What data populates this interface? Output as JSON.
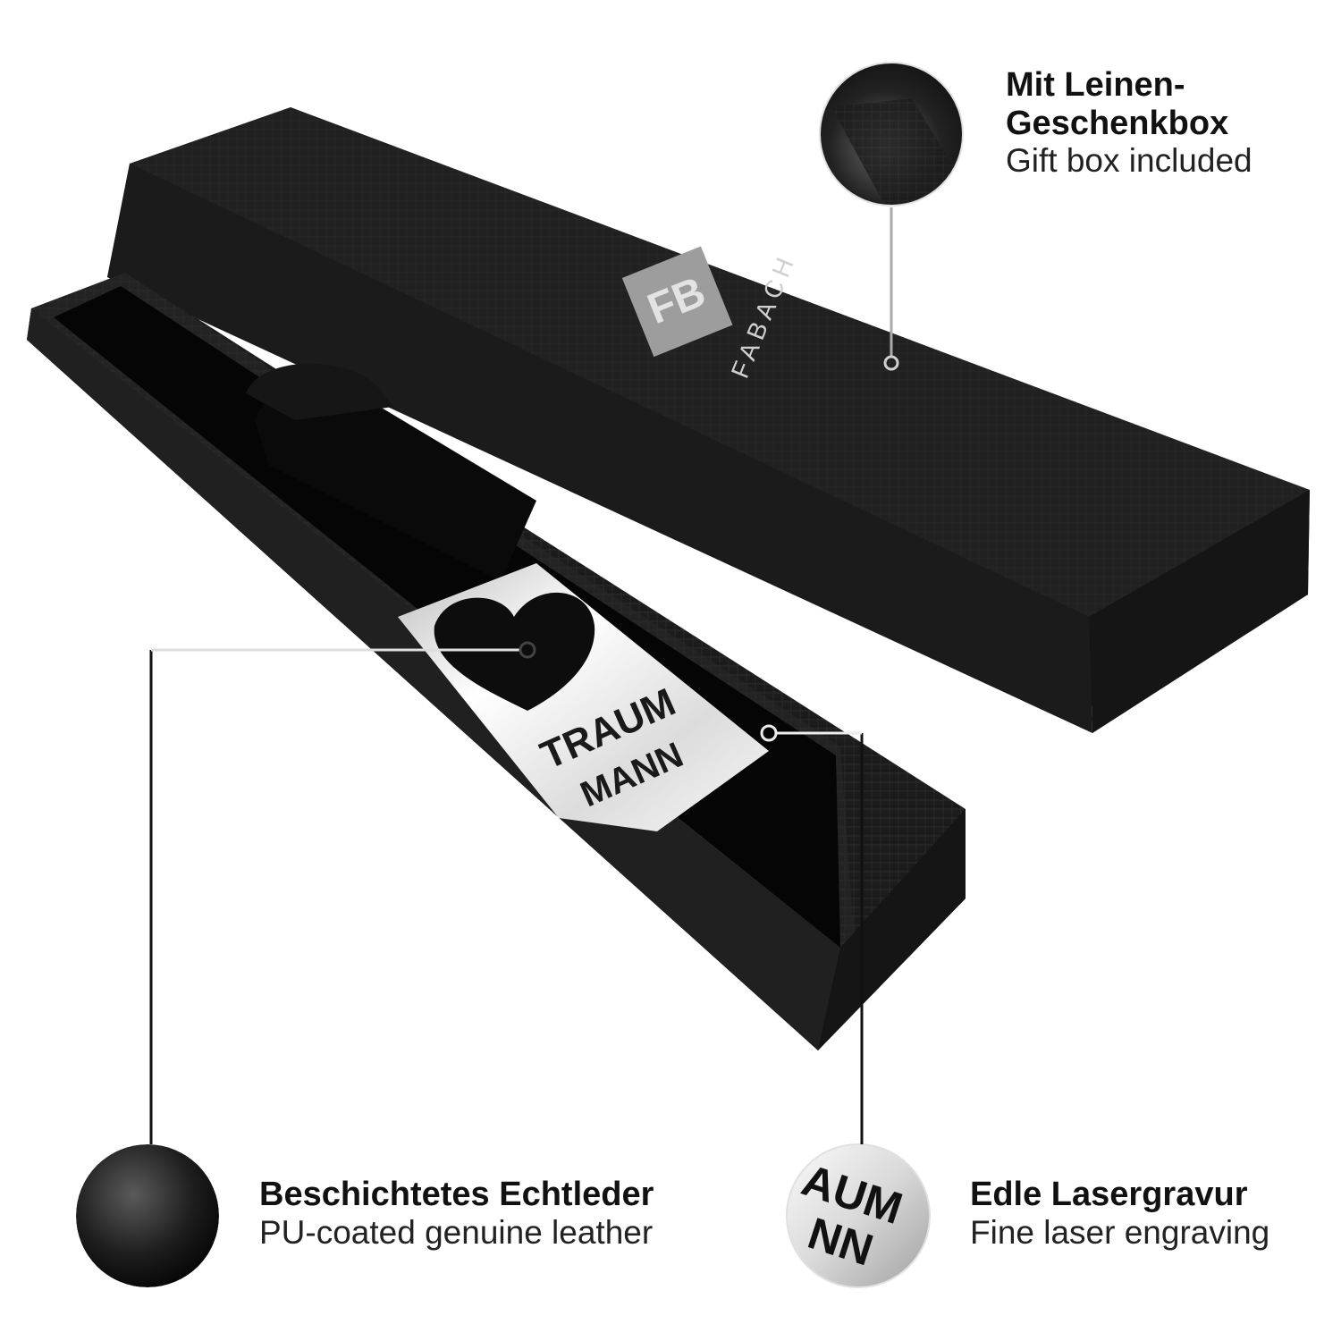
{
  "callouts": {
    "gift_box": {
      "title_line1": "Mit Leinen-",
      "title_line2": "Geschenkbox",
      "subtitle": "Gift box included"
    },
    "leather": {
      "title": "Beschichtetes Echtleder",
      "subtitle": "PU-coated genuine leather"
    },
    "engraving": {
      "title": "Edle Lasergravur",
      "subtitle": "Fine laser engraving"
    }
  },
  "product": {
    "brand_text": "FABACH",
    "engraving_line1": "TRAUM",
    "engraving_line2": "MANN",
    "detail_engraving_line1": "AUM",
    "detail_engraving_line2": "NN"
  },
  "colors": {
    "background": "#ffffff",
    "box": "#1a1a1a",
    "metal": "#e6e6e6",
    "text": "#111111"
  }
}
